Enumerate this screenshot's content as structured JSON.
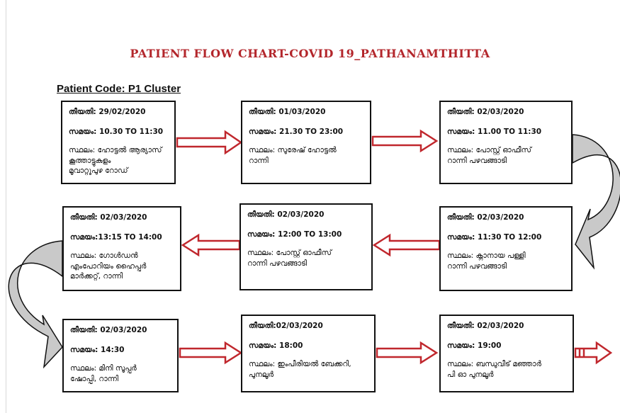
{
  "title": "PATIENT FLOW CHART-COVID 19_PATHANAMTHITTA",
  "patient_code": "Patient Code: P1 Cluster",
  "boxes": [
    {
      "date": "തീയതി: 29/02/2020",
      "time": "സമയം: 10.30  TO  11:30",
      "place": [
        "സ്ഥലം: ഹോട്ടൽ ആര്യാസ്",
        "കൂത്താട്ടുകുളം",
        "മൂവാറ്റുപുഴ റോഡ്"
      ]
    },
    {
      "date": "തീയതി: 01/03/2020",
      "time": "സമയം:   21.30  TO 23:00",
      "place": [
        "സ്ഥലം: സുരേഷ് ഹോട്ടൽ",
        "റാന്നി"
      ]
    },
    {
      "date": "തീയതി: 02/03/2020",
      "time": "സമയം:   11.00  TO 11:30",
      "place": [
        "സ്ഥലം: പോസ്റ്റ് ഓഫീസ്",
        "റാന്നി പഴവങ്ങാടി"
      ]
    },
    {
      "date": "തീയതി: 02/03/2020",
      "time": "സമയം:13:15  TO 14:00",
      "place": [
        "സ്ഥലം: ഗോൾഡൻ",
        "എംപോറിയം ഹൈപ്പർ",
        "മാർക്കറ്റ്, റാന്നി"
      ]
    },
    {
      "date": "തീയതി: 02/03/2020",
      "time": "സമയം: 12:00  TO 13:00",
      "place": [
        "സ്ഥലം: പോസ്റ്റ് ഓഫീസ്",
        "റാന്നി പഴവങ്ങാടി"
      ]
    },
    {
      "date": "തീയതി: 02/03/2020",
      "time": "സമയം: 11:30  TO 12:00",
      "place": [
        "സ്ഥലം: ക്നാനായ പള്ളി",
        "റാന്നി പഴവങ്ങാടി"
      ]
    },
    {
      "date": "തീയതി: 02/03/2020",
      "time": "സമയം: 14:30",
      "place": [
        "സ്ഥലം: മിനി സൂപ്പർ",
        "ഷോപ്പി, റാന്നി"
      ]
    },
    {
      "date": "തീയതി:02/03/2020",
      "time": "സമയം: 18:00",
      "place": [
        "സ്ഥലം: ഇംപീരിയൽ ബേക്കറി,",
        "പുനലൂർ"
      ]
    },
    {
      "date": "തീയതി: 02/03/2020",
      "time": "സമയം: 19:00",
      "place": [
        "സ്ഥലം: ബന്ധുവീട് മഞ്ഞാർ",
        "പി ഓ പുനലൂർ"
      ]
    }
  ],
  "colors": {
    "title": "#b3262b",
    "arrow": "#c0272d",
    "curved_fill": "#c9c9c9"
  }
}
